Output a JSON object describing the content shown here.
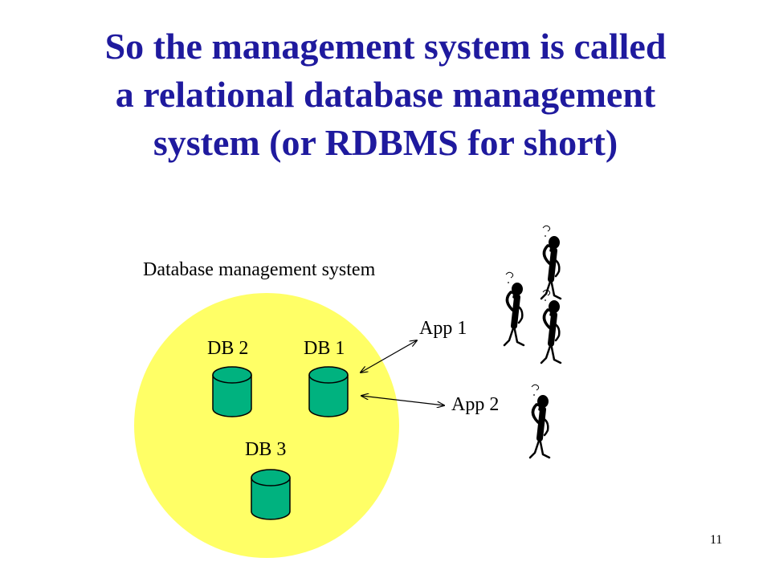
{
  "slide": {
    "title_lines": [
      "So the management system is called",
      "a relational database management",
      "system (or RDBMS for short)"
    ],
    "page_number": "11"
  },
  "diagram": {
    "system_label": "Database management system",
    "databases": [
      "DB 2",
      "DB 1",
      "DB 3"
    ],
    "apps": [
      "App 1",
      "App 2"
    ],
    "icons": {
      "database": "database-cylinder-icon",
      "user": "thinking-person-icon"
    }
  },
  "colors": {
    "title": "#1f1a9e",
    "system_fill": "#ffff66",
    "database_fill": "#00b27f",
    "text": "#000000"
  }
}
